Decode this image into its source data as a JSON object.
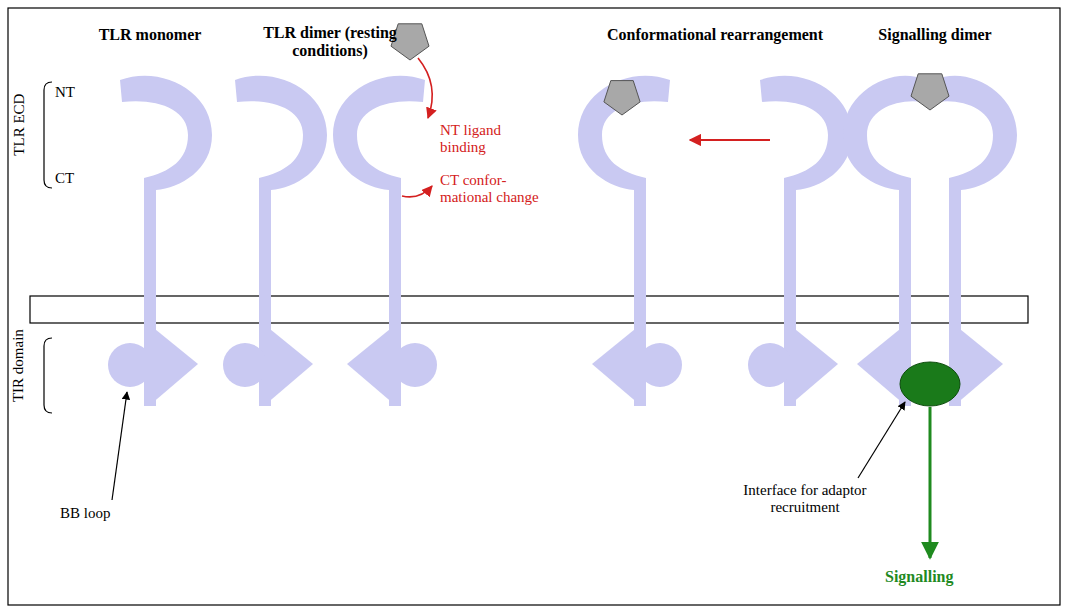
{
  "diagram": {
    "labels": [
      "TLR monomer",
      "TLR dimer (resting conditions)",
      "Conformational rearrangement",
      "Signalling dimer",
      "TLR ECD",
      "NT",
      "CT",
      "TIR domain",
      "BB loop",
      "NT ligand binding",
      "CT confor-mational change",
      "Interface for adaptor recruitment",
      "Signalling"
    ]
  }
}
